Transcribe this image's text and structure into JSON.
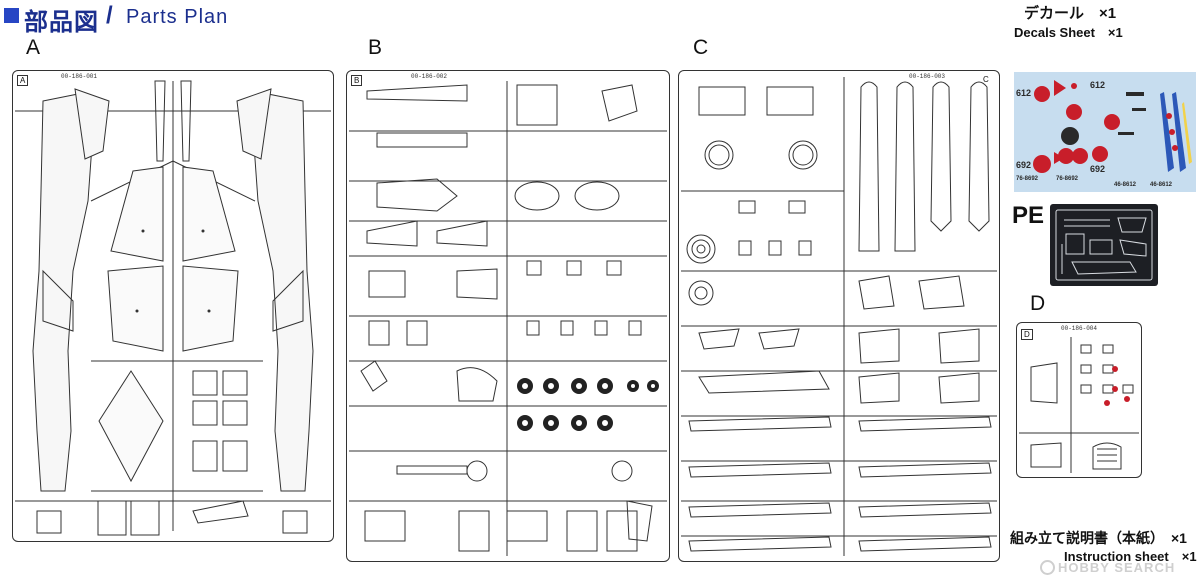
{
  "header": {
    "title_jp": "部品図",
    "slash": "/",
    "title_en": "Parts Plan"
  },
  "sprues": {
    "a": {
      "letter": "A",
      "code": "00-186-001",
      "corner": "A"
    },
    "b": {
      "letter": "B",
      "code": "00-186-002",
      "corner": "B"
    },
    "c": {
      "letter": "C",
      "code": "00-186-003",
      "corner": "C"
    },
    "d": {
      "letter": "D",
      "code": "00-186-004",
      "corner": "D"
    }
  },
  "decals": {
    "title_jp": "デカール　×1",
    "title_en": "Decals Sheet　×1",
    "markings": [
      "612",
      "612",
      "692",
      "692",
      "76-8692",
      "76-8692",
      "46-8612",
      "46-8612"
    ],
    "colors": {
      "sheet": "#c7ddef",
      "roundel": "#c81e2a",
      "dark": "#2a2a2a",
      "blue": "#2c58b8",
      "yellow": "#f2d24a"
    }
  },
  "pe": {
    "label": "PE"
  },
  "instructions": {
    "title_jp": "組み立て説明書（本紙）　×1",
    "title_en": "Instruction sheet　×1"
  },
  "watermark": {
    "text": "HOBBY SEARCH"
  },
  "colors": {
    "title": "#1b2f8e",
    "title_square": "#2746c4",
    "line": "#333333"
  }
}
